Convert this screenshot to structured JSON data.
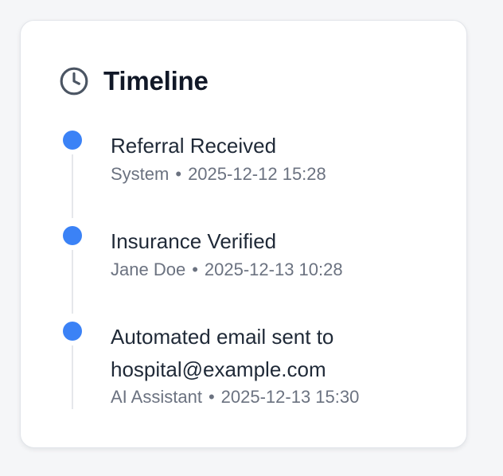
{
  "timeline": {
    "title": "Timeline",
    "icon": "clock-icon",
    "accent_color": "#3b82f6",
    "events": [
      {
        "title": "Referral Received",
        "actor": "System",
        "separator": "•",
        "timestamp": "2025-12-12 15:28"
      },
      {
        "title": "Insurance Verified",
        "actor": "Jane Doe",
        "separator": "•",
        "timestamp": "2025-12-13 10:28"
      },
      {
        "title_line1": "Automated email sent to",
        "title_line2": "hospital@example.com",
        "actor": "AI Assistant",
        "separator": "•",
        "timestamp": "2025-12-13 15:30"
      }
    ]
  }
}
